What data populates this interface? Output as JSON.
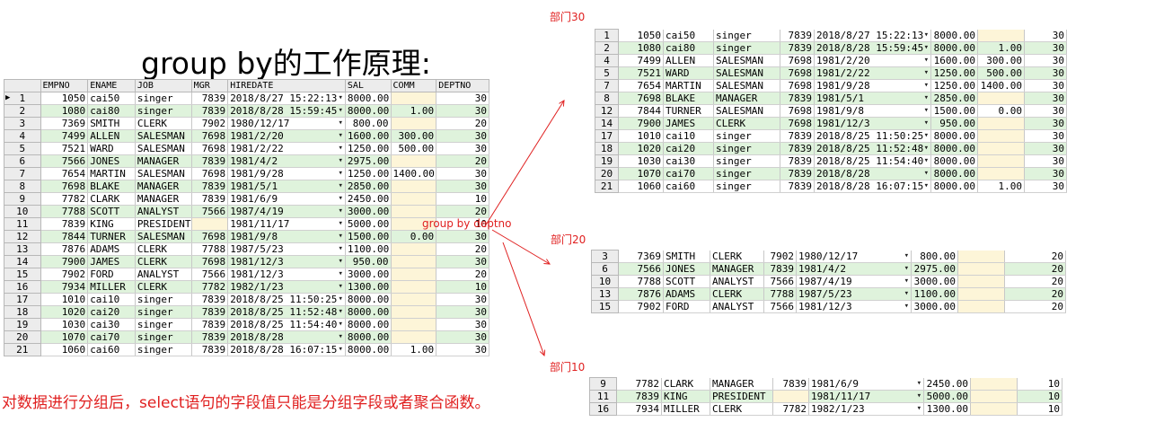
{
  "title": "group  by的工作原理:",
  "caption": "对数据进行分组后，select语句的字段值只能是分组字段或者聚合函数。",
  "arrow_label": "group by deptno",
  "dept_labels": {
    "d30": "部门30",
    "d20": "部门20",
    "d10": "部门10"
  },
  "current_row_marker": "▶",
  "columns": [
    "EMPNO",
    "ENAME",
    "JOB",
    "MGR",
    "HIREDATE",
    "SAL",
    "COMM",
    "DEPTNO"
  ],
  "main_rows": [
    {
      "n": "1",
      "empno": "1050",
      "ename": "cai50",
      "job": "singer",
      "mgr": "7839",
      "hiredate": "2018/8/27 15:22:13",
      "sal": "8000.00",
      "comm": "",
      "deptno": "30"
    },
    {
      "n": "2",
      "empno": "1080",
      "ename": "cai80",
      "job": "singer",
      "mgr": "7839",
      "hiredate": "2018/8/28 15:59:45",
      "sal": "8000.00",
      "comm": "1.00",
      "deptno": "30"
    },
    {
      "n": "3",
      "empno": "7369",
      "ename": "SMITH",
      "job": "CLERK",
      "mgr": "7902",
      "hiredate": "1980/12/17",
      "sal": "800.00",
      "comm": "",
      "deptno": "20"
    },
    {
      "n": "4",
      "empno": "7499",
      "ename": "ALLEN",
      "job": "SALESMAN",
      "mgr": "7698",
      "hiredate": "1981/2/20",
      "sal": "1600.00",
      "comm": "300.00",
      "deptno": "30"
    },
    {
      "n": "5",
      "empno": "7521",
      "ename": "WARD",
      "job": "SALESMAN",
      "mgr": "7698",
      "hiredate": "1981/2/22",
      "sal": "1250.00",
      "comm": "500.00",
      "deptno": "30"
    },
    {
      "n": "6",
      "empno": "7566",
      "ename": "JONES",
      "job": "MANAGER",
      "mgr": "7839",
      "hiredate": "1981/4/2",
      "sal": "2975.00",
      "comm": "",
      "deptno": "20"
    },
    {
      "n": "7",
      "empno": "7654",
      "ename": "MARTIN",
      "job": "SALESMAN",
      "mgr": "7698",
      "hiredate": "1981/9/28",
      "sal": "1250.00",
      "comm": "1400.00",
      "deptno": "30"
    },
    {
      "n": "8",
      "empno": "7698",
      "ename": "BLAKE",
      "job": "MANAGER",
      "mgr": "7839",
      "hiredate": "1981/5/1",
      "sal": "2850.00",
      "comm": "",
      "deptno": "30"
    },
    {
      "n": "9",
      "empno": "7782",
      "ename": "CLARK",
      "job": "MANAGER",
      "mgr": "7839",
      "hiredate": "1981/6/9",
      "sal": "2450.00",
      "comm": "",
      "deptno": "10"
    },
    {
      "n": "10",
      "empno": "7788",
      "ename": "SCOTT",
      "job": "ANALYST",
      "mgr": "7566",
      "hiredate": "1987/4/19",
      "sal": "3000.00",
      "comm": "",
      "deptno": "20"
    },
    {
      "n": "11",
      "empno": "7839",
      "ename": "KING",
      "job": "PRESIDENT",
      "mgr": "",
      "hiredate": "1981/11/17",
      "sal": "5000.00",
      "comm": "",
      "deptno": "10"
    },
    {
      "n": "12",
      "empno": "7844",
      "ename": "TURNER",
      "job": "SALESMAN",
      "mgr": "7698",
      "hiredate": "1981/9/8",
      "sal": "1500.00",
      "comm": "0.00",
      "deptno": "30"
    },
    {
      "n": "13",
      "empno": "7876",
      "ename": "ADAMS",
      "job": "CLERK",
      "mgr": "7788",
      "hiredate": "1987/5/23",
      "sal": "1100.00",
      "comm": "",
      "deptno": "20"
    },
    {
      "n": "14",
      "empno": "7900",
      "ename": "JAMES",
      "job": "CLERK",
      "mgr": "7698",
      "hiredate": "1981/12/3",
      "sal": "950.00",
      "comm": "",
      "deptno": "30"
    },
    {
      "n": "15",
      "empno": "7902",
      "ename": "FORD",
      "job": "ANALYST",
      "mgr": "7566",
      "hiredate": "1981/12/3",
      "sal": "3000.00",
      "comm": "",
      "deptno": "20"
    },
    {
      "n": "16",
      "empno": "7934",
      "ename": "MILLER",
      "job": "CLERK",
      "mgr": "7782",
      "hiredate": "1982/1/23",
      "sal": "1300.00",
      "comm": "",
      "deptno": "10"
    },
    {
      "n": "17",
      "empno": "1010",
      "ename": "cai10",
      "job": "singer",
      "mgr": "7839",
      "hiredate": "2018/8/25 11:50:25",
      "sal": "8000.00",
      "comm": "",
      "deptno": "30"
    },
    {
      "n": "18",
      "empno": "1020",
      "ename": "cai20",
      "job": "singer",
      "mgr": "7839",
      "hiredate": "2018/8/25 11:52:48",
      "sal": "8000.00",
      "comm": "",
      "deptno": "30"
    },
    {
      "n": "19",
      "empno": "1030",
      "ename": "cai30",
      "job": "singer",
      "mgr": "7839",
      "hiredate": "2018/8/25 11:54:40",
      "sal": "8000.00",
      "comm": "",
      "deptno": "30"
    },
    {
      "n": "20",
      "empno": "1070",
      "ename": "cai70",
      "job": "singer",
      "mgr": "7839",
      "hiredate": "2018/8/28",
      "sal": "8000.00",
      "comm": "",
      "deptno": "30"
    },
    {
      "n": "21",
      "empno": "1060",
      "ename": "cai60",
      "job": "singer",
      "mgr": "7839",
      "hiredate": "2018/8/28 16:07:15",
      "sal": "8000.00",
      "comm": "1.00",
      "deptno": "30"
    }
  ],
  "dept30_rows": [
    {
      "n": "1",
      "empno": "1050",
      "ename": "cai50",
      "job": "singer",
      "mgr": "7839",
      "hiredate": "2018/8/27 15:22:13",
      "sal": "8000.00",
      "comm": "",
      "deptno": "30"
    },
    {
      "n": "2",
      "empno": "1080",
      "ename": "cai80",
      "job": "singer",
      "mgr": "7839",
      "hiredate": "2018/8/28 15:59:45",
      "sal": "8000.00",
      "comm": "1.00",
      "deptno": "30"
    },
    {
      "n": "4",
      "empno": "7499",
      "ename": "ALLEN",
      "job": "SALESMAN",
      "mgr": "7698",
      "hiredate": "1981/2/20",
      "sal": "1600.00",
      "comm": "300.00",
      "deptno": "30"
    },
    {
      "n": "5",
      "empno": "7521",
      "ename": "WARD",
      "job": "SALESMAN",
      "mgr": "7698",
      "hiredate": "1981/2/22",
      "sal": "1250.00",
      "comm": "500.00",
      "deptno": "30"
    },
    {
      "n": "7",
      "empno": "7654",
      "ename": "MARTIN",
      "job": "SALESMAN",
      "mgr": "7698",
      "hiredate": "1981/9/28",
      "sal": "1250.00",
      "comm": "1400.00",
      "deptno": "30"
    },
    {
      "n": "8",
      "empno": "7698",
      "ename": "BLAKE",
      "job": "MANAGER",
      "mgr": "7839",
      "hiredate": "1981/5/1",
      "sal": "2850.00",
      "comm": "",
      "deptno": "30"
    },
    {
      "n": "12",
      "empno": "7844",
      "ename": "TURNER",
      "job": "SALESMAN",
      "mgr": "7698",
      "hiredate": "1981/9/8",
      "sal": "1500.00",
      "comm": "0.00",
      "deptno": "30"
    },
    {
      "n": "14",
      "empno": "7900",
      "ename": "JAMES",
      "job": "CLERK",
      "mgr": "7698",
      "hiredate": "1981/12/3",
      "sal": "950.00",
      "comm": "",
      "deptno": "30"
    },
    {
      "n": "17",
      "empno": "1010",
      "ename": "cai10",
      "job": "singer",
      "mgr": "7839",
      "hiredate": "2018/8/25 11:50:25",
      "sal": "8000.00",
      "comm": "",
      "deptno": "30"
    },
    {
      "n": "18",
      "empno": "1020",
      "ename": "cai20",
      "job": "singer",
      "mgr": "7839",
      "hiredate": "2018/8/25 11:52:48",
      "sal": "8000.00",
      "comm": "",
      "deptno": "30"
    },
    {
      "n": "19",
      "empno": "1030",
      "ename": "cai30",
      "job": "singer",
      "mgr": "7839",
      "hiredate": "2018/8/25 11:54:40",
      "sal": "8000.00",
      "comm": "",
      "deptno": "30"
    },
    {
      "n": "20",
      "empno": "1070",
      "ename": "cai70",
      "job": "singer",
      "mgr": "7839",
      "hiredate": "2018/8/28",
      "sal": "8000.00",
      "comm": "",
      "deptno": "30"
    },
    {
      "n": "21",
      "empno": "1060",
      "ename": "cai60",
      "job": "singer",
      "mgr": "7839",
      "hiredate": "2018/8/28 16:07:15",
      "sal": "8000.00",
      "comm": "1.00",
      "deptno": "30"
    }
  ],
  "dept20_rows": [
    {
      "n": "3",
      "empno": "7369",
      "ename": "SMITH",
      "job": "CLERK",
      "mgr": "7902",
      "hiredate": "1980/12/17",
      "sal": "800.00",
      "comm": "",
      "deptno": "20"
    },
    {
      "n": "6",
      "empno": "7566",
      "ename": "JONES",
      "job": "MANAGER",
      "mgr": "7839",
      "hiredate": "1981/4/2",
      "sal": "2975.00",
      "comm": "",
      "deptno": "20"
    },
    {
      "n": "10",
      "empno": "7788",
      "ename": "SCOTT",
      "job": "ANALYST",
      "mgr": "7566",
      "hiredate": "1987/4/19",
      "sal": "3000.00",
      "comm": "",
      "deptno": "20"
    },
    {
      "n": "13",
      "empno": "7876",
      "ename": "ADAMS",
      "job": "CLERK",
      "mgr": "7788",
      "hiredate": "1987/5/23",
      "sal": "1100.00",
      "comm": "",
      "deptno": "20"
    },
    {
      "n": "15",
      "empno": "7902",
      "ename": "FORD",
      "job": "ANALYST",
      "mgr": "7566",
      "hiredate": "1981/12/3",
      "sal": "3000.00",
      "comm": "",
      "deptno": "20"
    }
  ],
  "dept10_rows": [
    {
      "n": "9",
      "empno": "7782",
      "ename": "CLARK",
      "job": "MANAGER",
      "mgr": "7839",
      "hiredate": "1981/6/9",
      "sal": "2450.00",
      "comm": "",
      "deptno": "10"
    },
    {
      "n": "11",
      "empno": "7839",
      "ename": "KING",
      "job": "PRESIDENT",
      "mgr": "",
      "hiredate": "1981/11/17",
      "sal": "5000.00",
      "comm": "",
      "deptno": "10"
    },
    {
      "n": "16",
      "empno": "7934",
      "ename": "MILLER",
      "job": "CLERK",
      "mgr": "7782",
      "hiredate": "1982/1/23",
      "sal": "1300.00",
      "comm": "",
      "deptno": "10"
    }
  ]
}
